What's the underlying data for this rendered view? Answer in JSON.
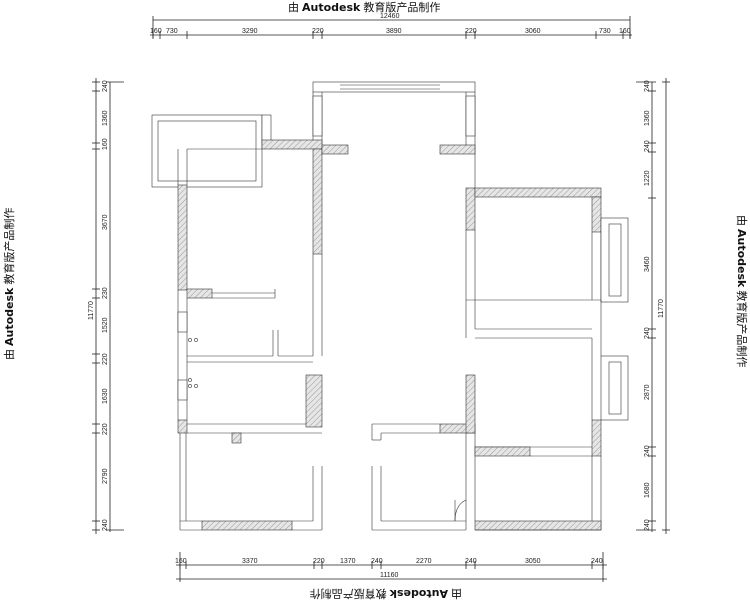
{
  "watermark": {
    "prefix": "由",
    "brand": "Autodesk",
    "suffix": "教育版产品制作"
  },
  "top_dims": {
    "total": "12460",
    "segments": [
      "160",
      "730",
      "3290",
      "220",
      "3890",
      "220",
      "3060",
      "730",
      "160"
    ]
  },
  "bottom_dims": {
    "total": "11160",
    "segments": [
      "160",
      "3370",
      "220",
      "1370",
      "240",
      "2270",
      "240",
      "3050",
      "240"
    ]
  },
  "left_dims": {
    "total": "11770",
    "segments": [
      "240",
      "1360",
      "160",
      "3670",
      "230",
      "1520",
      "220",
      "1630",
      "220",
      "2790",
      "240"
    ]
  },
  "right_dims": {
    "total": "11770",
    "segments": [
      "240",
      "1360",
      "240",
      "1220",
      "3460",
      "240",
      "2870",
      "240",
      "1680",
      "240"
    ]
  }
}
